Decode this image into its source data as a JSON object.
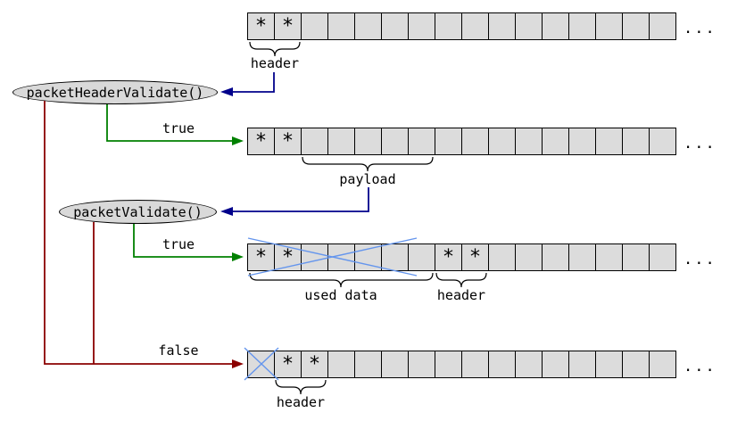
{
  "colors": {
    "background": "#ffffff",
    "cell_fill": "#dcdcdc",
    "cell_border": "#000000",
    "node_fill": "#d9d9d9",
    "node_border": "#000000",
    "true_green": "#008000",
    "false_red": "#8b0000",
    "pointer_navy": "#00008b",
    "cross_blue": "#6495ed"
  },
  "nodes": {
    "packet_header_validate": {
      "label": "packetHeaderValidate()"
    },
    "packet_validate": {
      "label": "packetValidate()"
    }
  },
  "edge_labels": {
    "header_validate_true": "true",
    "validate_true": "true",
    "validate_false": "false"
  },
  "annotations": {
    "row1_header": "header",
    "row2_payload": "payload",
    "row3_used_data": "used data",
    "row3_header": "header",
    "row4_header": "header"
  },
  "rows": [
    {
      "cells": [
        "*",
        "*",
        "",
        "",
        "",
        "",
        "",
        "",
        "",
        "",
        "",
        "",
        "",
        "",
        "",
        ""
      ],
      "ellipsis": "..."
    },
    {
      "cells": [
        "*",
        "*",
        "",
        "",
        "",
        "",
        "",
        "",
        "",
        "",
        "",
        "",
        "",
        "",
        "",
        ""
      ],
      "ellipsis": "..."
    },
    {
      "cells": [
        "*",
        "*",
        "",
        "",
        "",
        "",
        "",
        "*",
        "*",
        "",
        "",
        "",
        "",
        "",
        "",
        ""
      ],
      "ellipsis": "..."
    },
    {
      "cells": [
        "",
        "*",
        "*",
        "",
        "",
        "",
        "",
        "",
        "",
        "",
        "",
        "",
        "",
        "",
        "",
        ""
      ],
      "ellipsis": "..."
    }
  ]
}
